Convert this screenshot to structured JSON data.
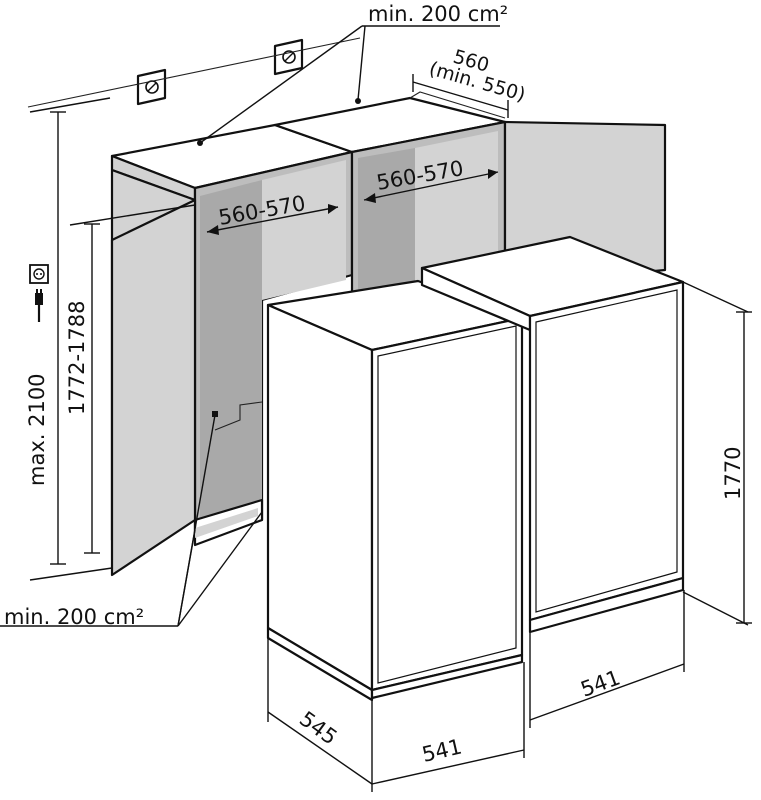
{
  "labels": {
    "top_ventilation": "min. 200 cm²",
    "bottom_ventilation": "min. 200 cm²",
    "niche_depth": "560",
    "niche_depth_min": "(min. 550)",
    "niche_width_left": "560-570",
    "niche_width_right": "560-570",
    "max_height": "max. 2100",
    "niche_height": "1772-1788",
    "appliance_height": "1770",
    "depth_front": "545",
    "width_left": "541",
    "width_right": "541"
  },
  "icons": {
    "socket": "power-socket-icon",
    "plug": "power-plug-icon",
    "vent": "ventilation-grille-icon"
  }
}
